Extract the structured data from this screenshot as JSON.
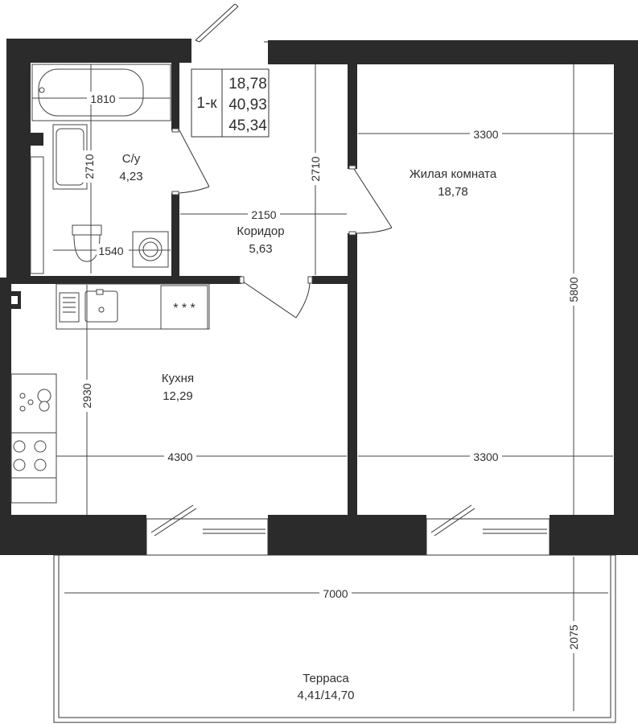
{
  "apartment": {
    "type_label": "1-к",
    "area_living": "18,78",
    "area_total": "40,93",
    "area_with_terrace": "45,34"
  },
  "rooms": {
    "bathroom": {
      "name": "С/у",
      "area": "4,23"
    },
    "corridor": {
      "name": "Коридор",
      "area": "5,63"
    },
    "living": {
      "name": "Жилая комната",
      "area": "18,78"
    },
    "kitchen": {
      "name": "Кухня",
      "area": "12,29"
    },
    "terrace": {
      "name": "Терраса",
      "area": "4,41/14,70"
    }
  },
  "dimensions": {
    "bath_width": "1810",
    "bath_height": "2710",
    "bath_lower_width": "1540",
    "corridor_width": "2150",
    "corridor_height": "2710",
    "living_width_top": "3300",
    "living_height": "5800",
    "living_width_bottom": "3300",
    "kitchen_width": "4300",
    "kitchen_height": "2930",
    "terrace_width": "7000",
    "terrace_depth": "2075"
  },
  "stove_marks": "* * *"
}
